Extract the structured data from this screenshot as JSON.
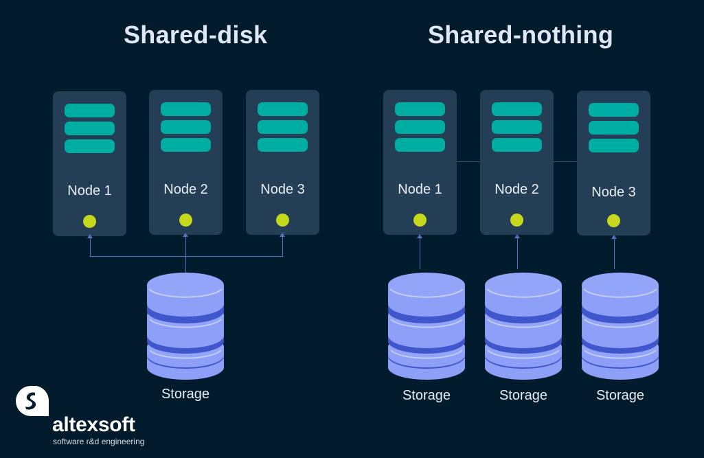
{
  "diagram": {
    "colors": {
      "background": "#021c2d",
      "node_body": "#243f55",
      "disk_bar": "#00ada2",
      "status_led": "#c6d81c",
      "storage_light": "#8d9ff7",
      "storage_dark": "#3f56cc",
      "connector": "#4f74c2"
    },
    "shared_disk": {
      "title": "Shared-disk",
      "nodes": [
        {
          "label": "Node 1"
        },
        {
          "label": "Node 2"
        },
        {
          "label": "Node 3"
        }
      ],
      "storage": [
        {
          "label": "Storage"
        }
      ]
    },
    "shared_nothing": {
      "title": "Shared-nothing",
      "nodes": [
        {
          "label": "Node 1"
        },
        {
          "label": "Node 2"
        },
        {
          "label": "Node 3"
        }
      ],
      "storage": [
        {
          "label": "Storage"
        },
        {
          "label": "Storage"
        },
        {
          "label": "Storage"
        }
      ]
    }
  },
  "branding": {
    "name": "altexsoft",
    "tagline": "software r&d engineering"
  }
}
